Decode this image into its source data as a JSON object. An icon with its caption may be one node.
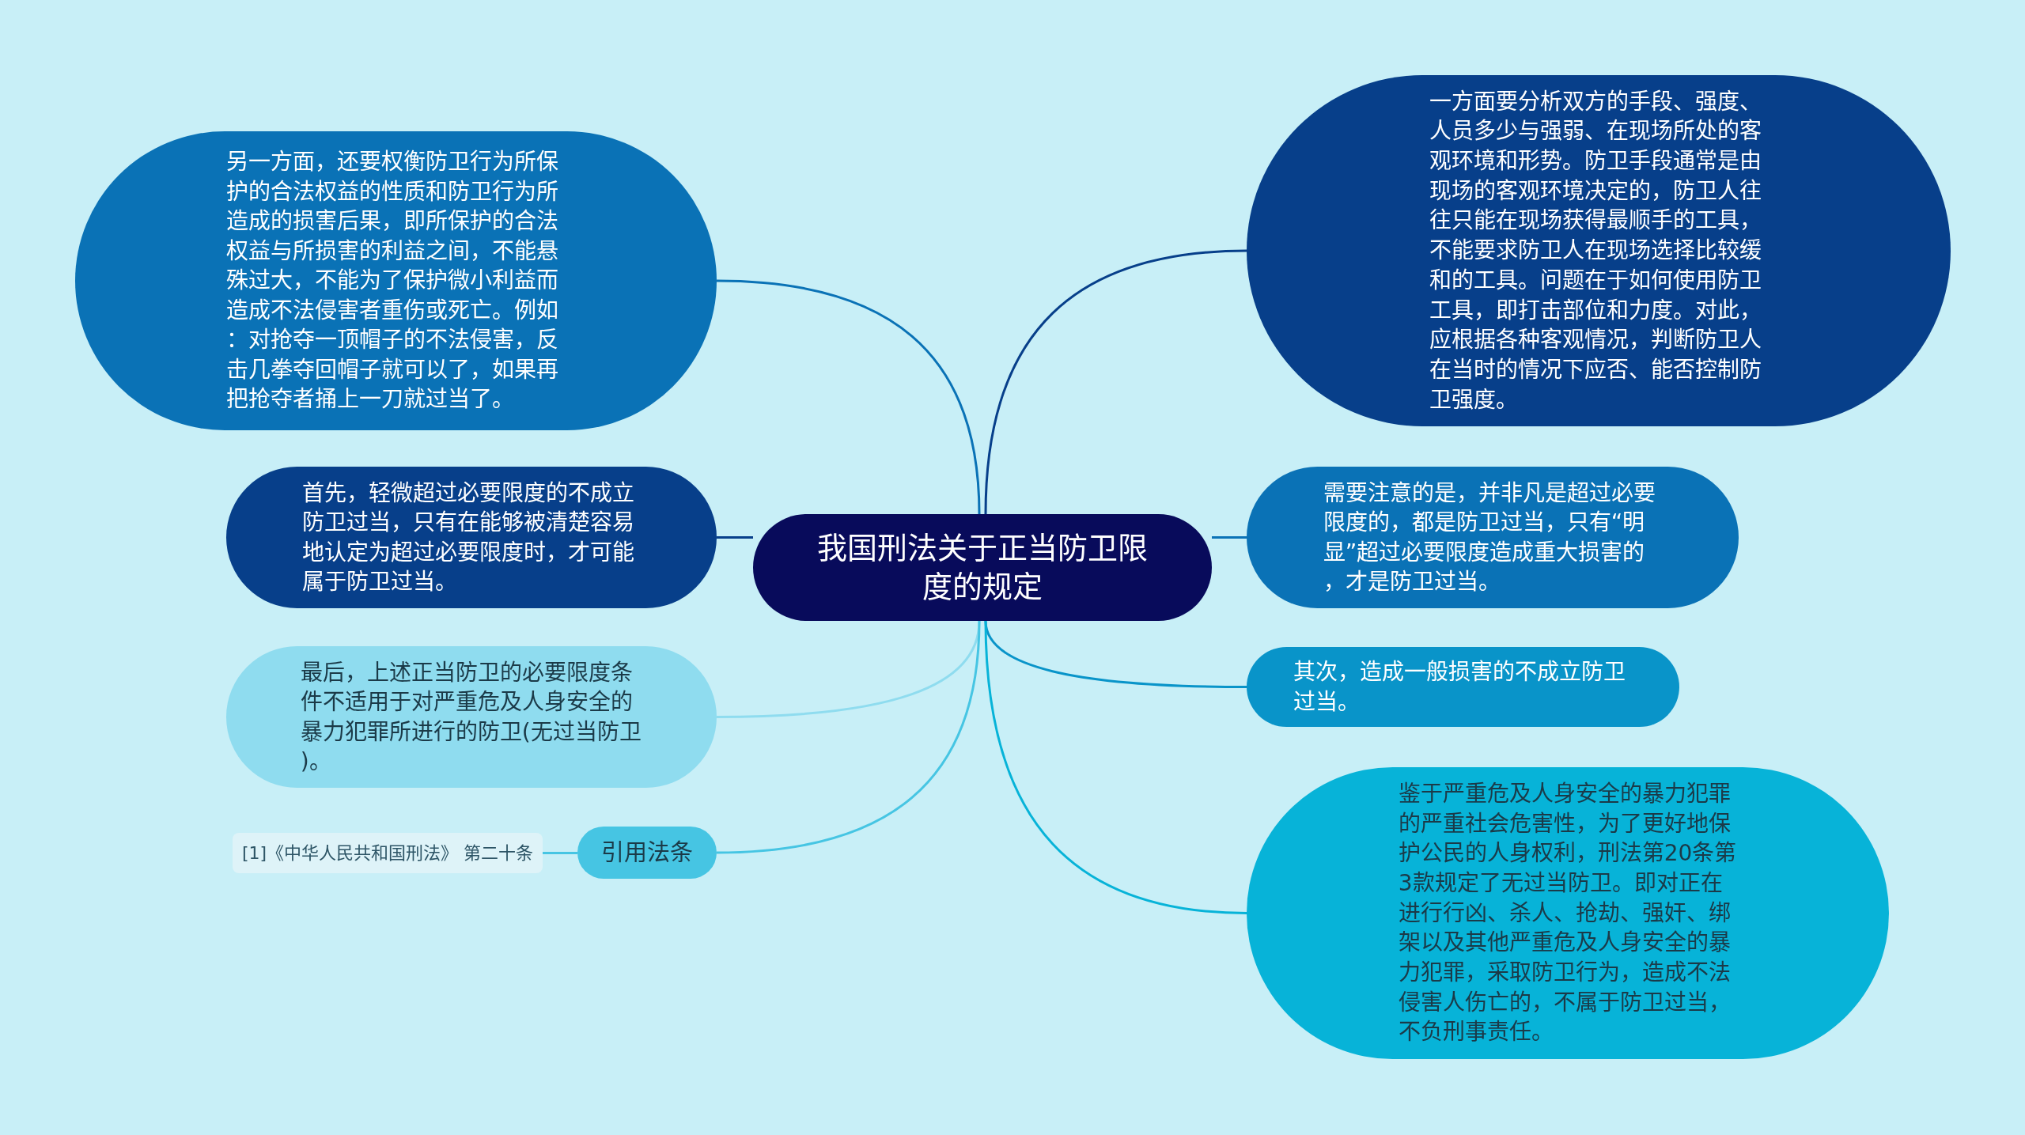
{
  "diagram": {
    "nodes": [
      {
        "text": [
          "我国刑法关于正当防卫限度的规定"
        ]
      },
      {
        "text": [
          "另一方面，还要权衡防卫行为所保护的合法权益的性质和防卫行为所造成的损害后果，即所保护的合法权益与所损害的利益之间，不能悬殊过大，不能为了保护微小利益而造成不法侵害者重伤或死亡。例如：对抢夺一顶帽子的不法侵害，反击几拳夺回帽子就可以了，如果再把抢夺者捅上一刀就过当了。"
        ]
      },
      {
        "text": [
          "首先，轻微超过必要限度的不成立防卫过当，只有在能够被清楚容易地认定为超过必要限度时，才可能属于防卫过当。"
        ]
      },
      {
        "text": [
          "最后，上述正当防卫的必要限度条件不适用于对严重危及人身安全的暴力犯罪所进行的防卫(无过当防卫)。"
        ]
      },
      {
        "text": [
          "引用法条"
        ]
      },
      {
        "text": [
          "[1]《中华人民共和国刑法》 第二十条"
        ]
      },
      {
        "text": [
          "一方面要分析双方的手段、强度、人员多少与强弱、在现场所处的客观环境和形势。防卫手段通常是由现场的客观环境决定的，防卫人往往只能在现场获得最顺手的工具，不能要求防卫人在现场选择比较缓和的工具。问题在于如何使用防卫工具，即打击部位和力度。对此，应根据各种客观情况，判断防卫人在当时的情况下应否、能否控制防卫强度。"
        ]
      },
      {
        "text": [
          "需要注意的是，并非凡是超过必要限度的，都是防卫过当，只有“明显”超过必要限度造成重大损害的，才是防卫过当。"
        ]
      },
      {
        "text": [
          "其次，造成一般损害的不成立防卫过当。"
        ]
      },
      {
        "text": [
          "鉴于严重危及人身安全的暴力犯罪的严重社会危害性，为了更好地保护公民的人身权利，刑法第20条第3款规定了无过当防卫。即对正在进行行凶、杀人、抢劫、强奸、绑架以及其他严重危及人身安全的暴力犯罪，采取防卫行为，造成不法侵害人伤亡的，不属于防卫过当，不负刑事责任。"
        ]
      }
    ],
    "edges": [
      {
        "from": 0,
        "to": 1,
        "arrow": "none",
        "color": "#0a72b6"
      },
      {
        "from": 0,
        "to": 2,
        "arrow": "none",
        "color": "#073f8a"
      },
      {
        "from": 0,
        "to": 3,
        "arrow": "none",
        "color": "#8fdcef"
      },
      {
        "from": 0,
        "to": 4,
        "arrow": "none",
        "color": "#46c5e3"
      },
      {
        "from": 4,
        "to": 5,
        "arrow": "none",
        "color": "#46c5e3"
      },
      {
        "from": 0,
        "to": 6,
        "arrow": "none",
        "color": "#073f8a"
      },
      {
        "from": 0,
        "to": 7,
        "arrow": "none",
        "color": "#0a72b6"
      },
      {
        "from": 0,
        "to": 8,
        "arrow": "none",
        "color": "#0994c9"
      },
      {
        "from": 0,
        "to": 9,
        "arrow": "none",
        "color": "#07b3d8"
      }
    ]
  }
}
